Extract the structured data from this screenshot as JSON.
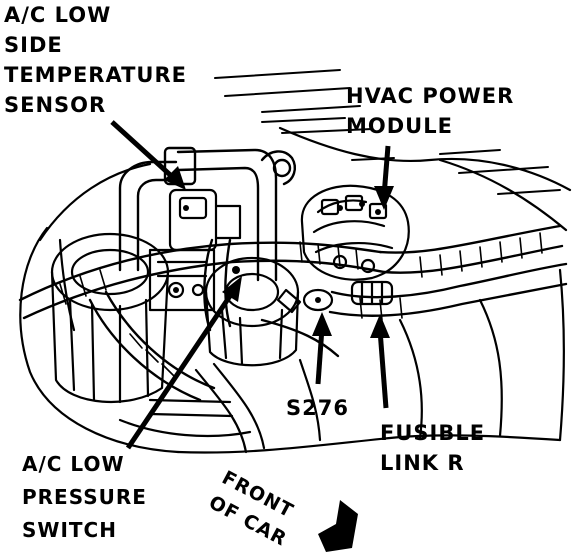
{
  "labels": {
    "ac_low_side_temp_sensor": [
      "A/C LOW",
      "SIDE",
      "TEMPERATURE",
      "SENSOR"
    ],
    "hvac_power_module": [
      "HVAC POWER",
      "MODULE"
    ],
    "splice": "S276",
    "fusible_link": [
      "FUSIBLE",
      "LINK R"
    ],
    "ac_low_pressure_switch": [
      "A/C LOW",
      "PRESSURE",
      "SWITCH"
    ],
    "front_of_car": [
      "FRONT",
      "OF CAR"
    ]
  },
  "colors": {
    "ink": "#000000",
    "paper": "#ffffff"
  }
}
